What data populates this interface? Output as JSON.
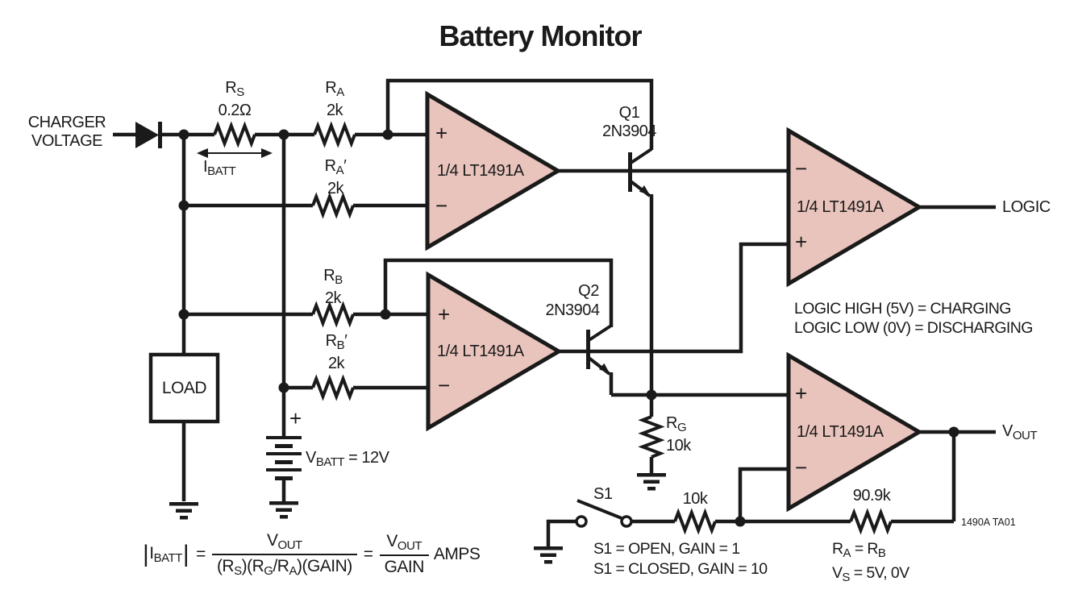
{
  "title": "Battery Monitor",
  "colors": {
    "opamp_fill": "#e9c4bc",
    "line": "#1a1a1a"
  },
  "source": {
    "charger_line1": "CHARGER",
    "charger_line2": "VOLTAGE"
  },
  "resistors": {
    "rs": {
      "base": "R",
      "sub": "S",
      "value": "0.2Ω"
    },
    "ra": {
      "base": "R",
      "sub": "A",
      "value": "2k"
    },
    "ra_prime": {
      "base": "R",
      "sub": "A",
      "prime": "′",
      "value": "2k"
    },
    "rb": {
      "base": "R",
      "sub": "B",
      "value": "2k"
    },
    "rb_prime": {
      "base": "R",
      "sub": "B",
      "prime": "′",
      "value": "2k"
    },
    "rg": {
      "base": "R",
      "sub": "G",
      "value": "10k"
    },
    "r_gain": "10k",
    "r_feedback": "90.9k"
  },
  "current_arrow": {
    "base": "I",
    "sub": "BATT"
  },
  "battery": {
    "plus": "+",
    "base": "V",
    "sub": "BATT",
    "value": " = 12V"
  },
  "load": "LOAD",
  "transistors": {
    "q1": {
      "ref": "Q1",
      "part": "2N3904"
    },
    "q2": {
      "ref": "Q2",
      "part": "2N3904"
    }
  },
  "opamps": {
    "amp1": {
      "label": "1/4 LT1491A",
      "top": "+",
      "bottom": "−"
    },
    "amp2": {
      "label": "1/4 LT1491A",
      "top": "+",
      "bottom": "−"
    },
    "amp3": {
      "label": "1/4 LT1491A",
      "top": "−",
      "bottom": "+"
    },
    "amp4": {
      "label": "1/4 LT1491A",
      "top": "+",
      "bottom": "−"
    }
  },
  "outputs": {
    "logic": "LOGIC",
    "vout_base": "V",
    "vout_sub": "OUT"
  },
  "switch": {
    "ref": "S1"
  },
  "notes": {
    "logic_high": "LOGIC HIGH (5V) = CHARGING",
    "logic_low": "LOGIC LOW (0V) = DISCHARGING",
    "s1_open": "S1 = OPEN, GAIN = 1",
    "s1_closed": "S1 = CLOSED, GAIN = 10",
    "ra_rb": {
      "t1": "R",
      "s1": "A",
      "t2": " = R",
      "s2": "B"
    },
    "vs": {
      "t1": "V",
      "s1": "S",
      "t2": " = 5V, 0V"
    },
    "doc_id": "1490A TA01"
  },
  "formula": {
    "bar": "|",
    "i_base": "I",
    "i_sub": "BATT",
    "eq": "=",
    "num_base": "V",
    "num_sub": "OUT",
    "den1": {
      "t1": "(R",
      "s1": "S",
      "t2": ")(R",
      "s2": "G",
      "t3": "/R",
      "s3": "A",
      "t4": ")(GAIN)"
    },
    "den2": "GAIN",
    "unit": "AMPS"
  }
}
